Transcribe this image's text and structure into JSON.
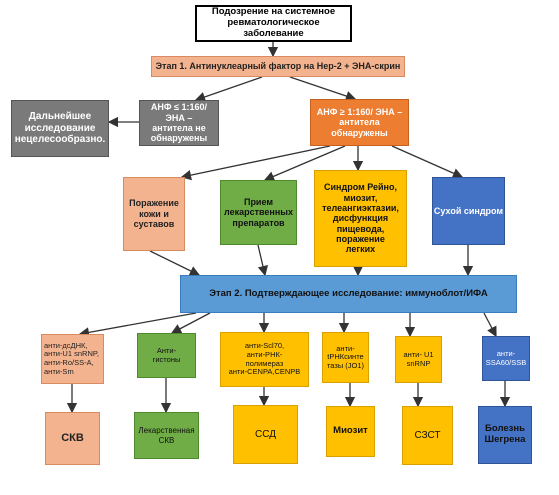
{
  "title": "Подозрение на системное\nревматологическое заболевание",
  "stage1": "Этап 1. Антинуклеарный фактор на Нер-2 + ЭНА-скрин",
  "negative": "АНФ ≤ 1:160/ ЭНА –\nантитела не\nобнаружены",
  "further": "Дальнейшее\nисследование\nнецелесообразно.",
  "positive": "АНФ ≥ 1:160/ ЭНА –\nантитела\nобнаружены",
  "symptoms": {
    "skin": "Поражение\nкожи и\nсуставов",
    "drugs": "Прием\nлекарственных\nпрепаратов",
    "raynaud": "Синдром Рейно,\nмиозит,\nтелеангиэктазии,\nдисфункция\nпищевода,\nпоражение\nлегких",
    "dry": "Сухой синдром"
  },
  "stage2": "Этап 2. Подтверждающее исследование: иммуноблот/ИФА",
  "antibodies": {
    "a1": "анти-дсДНК,\nанти-U1 snRNP,\nанти-Ro/SS-A,\nанти-Sm",
    "a2": "Анти-\nгистоны",
    "a3": "анти-Scl70,\nанти-РНК-\nполимераз\nанти-CENPA,CENPB",
    "a4": "анти-\ntРНКсинте\nтазы (JO1)",
    "a5": "анти- U1\nsnRNP",
    "a6": "анти-\nSSA60/SSB"
  },
  "diagnoses": {
    "d1": "СКВ",
    "d2": "Лекарственная\nСКВ",
    "d3": "ССД",
    "d4": "Миозит",
    "d5": "СЗСТ",
    "d6": "Болезнь\nШегрена"
  },
  "colors": {
    "peach": "#f4b38f",
    "gray": "#7a7a7a",
    "orange": "#ed7d31",
    "green": "#70ad47",
    "yellow": "#ffc000",
    "blue": "#4472c4",
    "lightblue": "#5b9bd5"
  }
}
